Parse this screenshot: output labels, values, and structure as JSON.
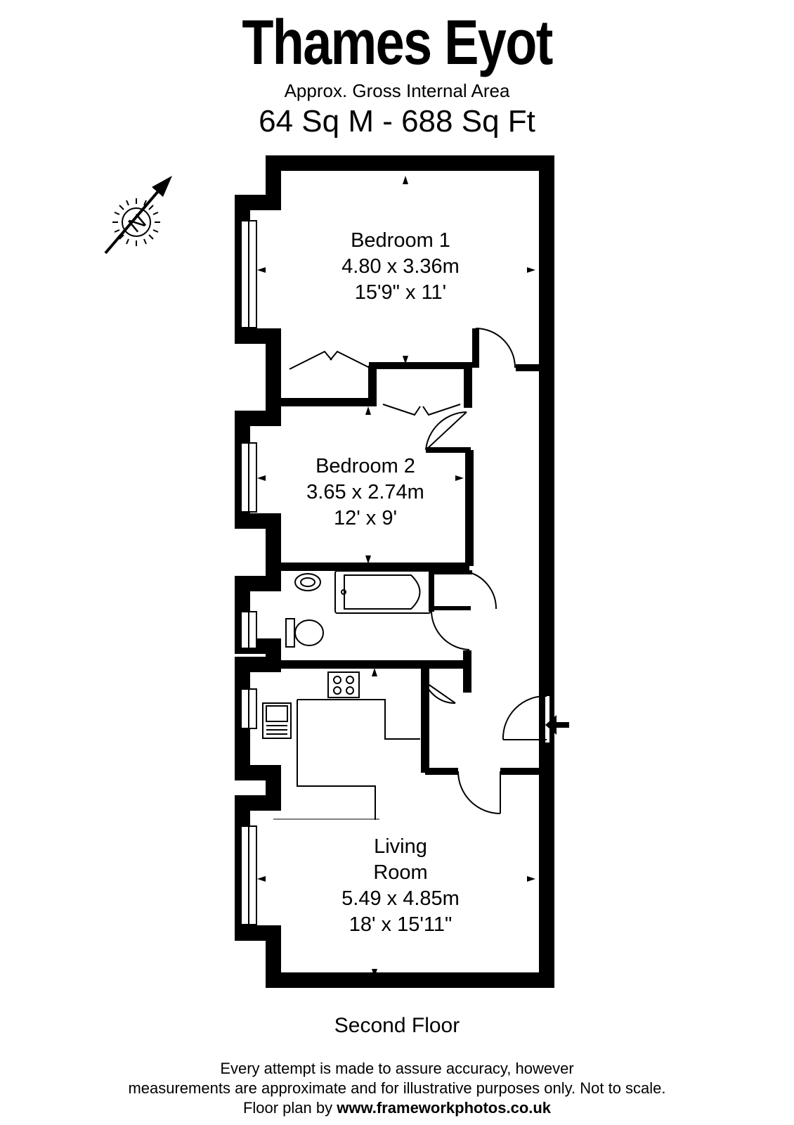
{
  "header": {
    "title": "Thames Eyot",
    "subtitle": "Approx. Gross Internal Area",
    "area": "64 Sq M - 688 Sq Ft"
  },
  "compass": {
    "label": "N",
    "icon": "north-compass-icon"
  },
  "rooms": [
    {
      "name": "Bedroom 1",
      "metric": "4.80 x 3.36m",
      "imperial": "15'9\" x 11'"
    },
    {
      "name": "Bedroom 2",
      "metric": "3.65 x 2.74m",
      "imperial": "12' x 9'"
    },
    {
      "name_line1": "Living",
      "name_line2": "Room",
      "metric": "5.49 x 4.85m",
      "imperial": "18' x 15'11\""
    }
  ],
  "floor": {
    "name": "Second Floor"
  },
  "footer": {
    "line1": "Every attempt is made to assure accuracy, however",
    "line2": "measurements are approximate and for illustrative purposes only. Not to scale.",
    "credit_prefix": "Floor plan by",
    "credit_url": "www.frameworkphotos.co.uk"
  },
  "colors": {
    "wall": "#000000",
    "background": "#ffffff",
    "window": "#ffffff"
  }
}
